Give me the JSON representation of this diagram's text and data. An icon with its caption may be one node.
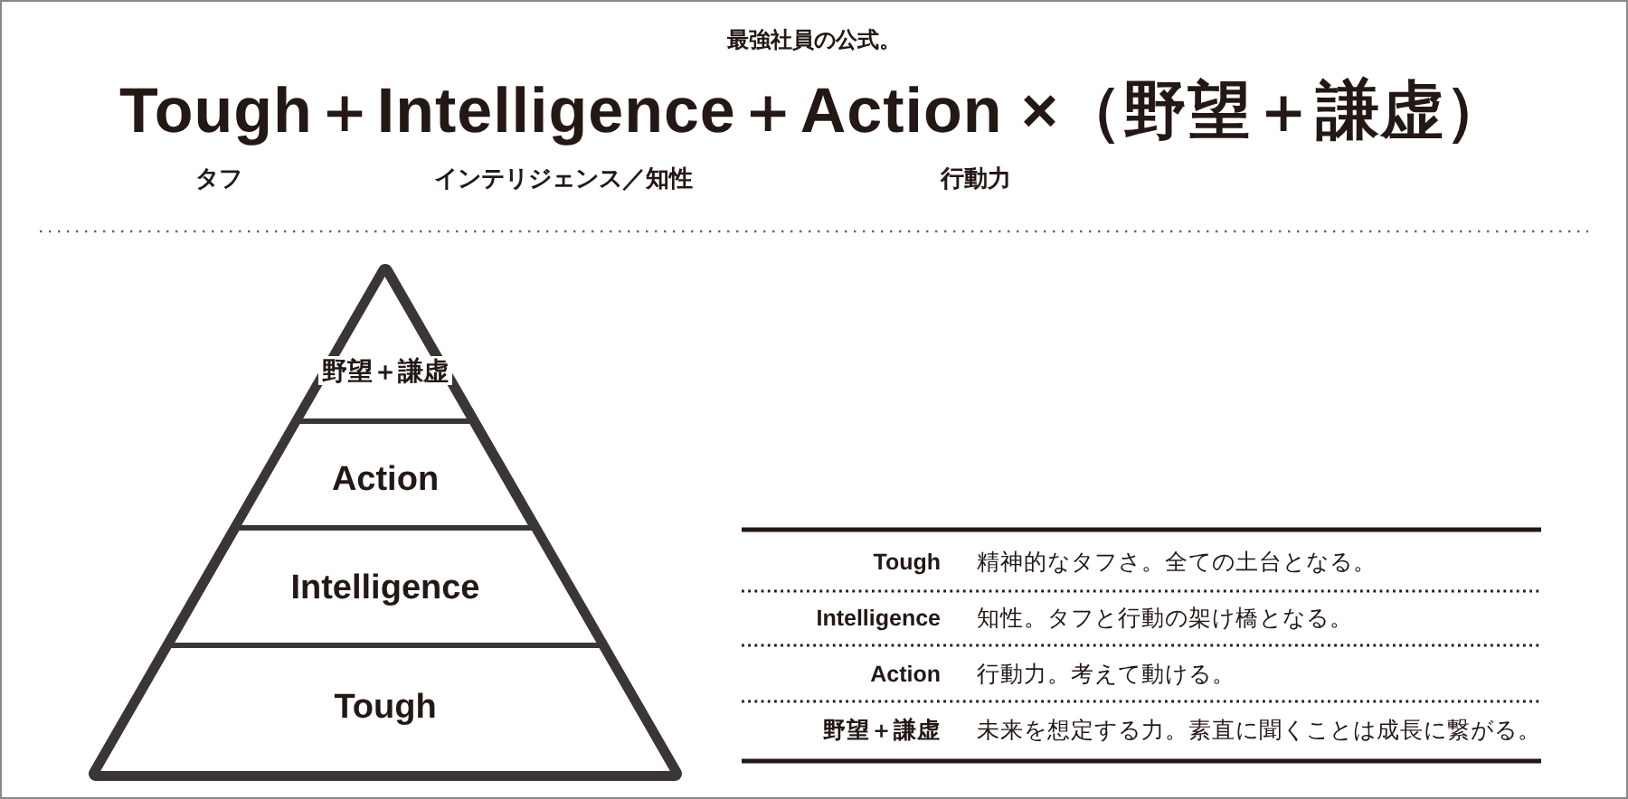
{
  "diagram": {
    "title": "最強社員の公式。",
    "nodes": [
      {
        "text": [
          "野望＋謙虚"
        ]
      },
      {
        "text": [
          "Action"
        ]
      },
      {
        "text": [
          "Intelligence"
        ]
      },
      {
        "text": [
          "Tough"
        ]
      }
    ],
    "labels": [
      "Tough＋Intelligence＋Action ×（野望＋謙虚）",
      "タフ",
      "インテリジェンス／知性",
      "行動力",
      "Tough",
      "精神的なタフさ。全ての土台となる。",
      "Intelligence",
      "知性。タフと行動の架け橋となる。",
      "Action",
      "行動力。考えて動ける。",
      "野望＋謙虚",
      "未来を想定する力。素直に聞くことは成長に繋がる。"
    ]
  }
}
